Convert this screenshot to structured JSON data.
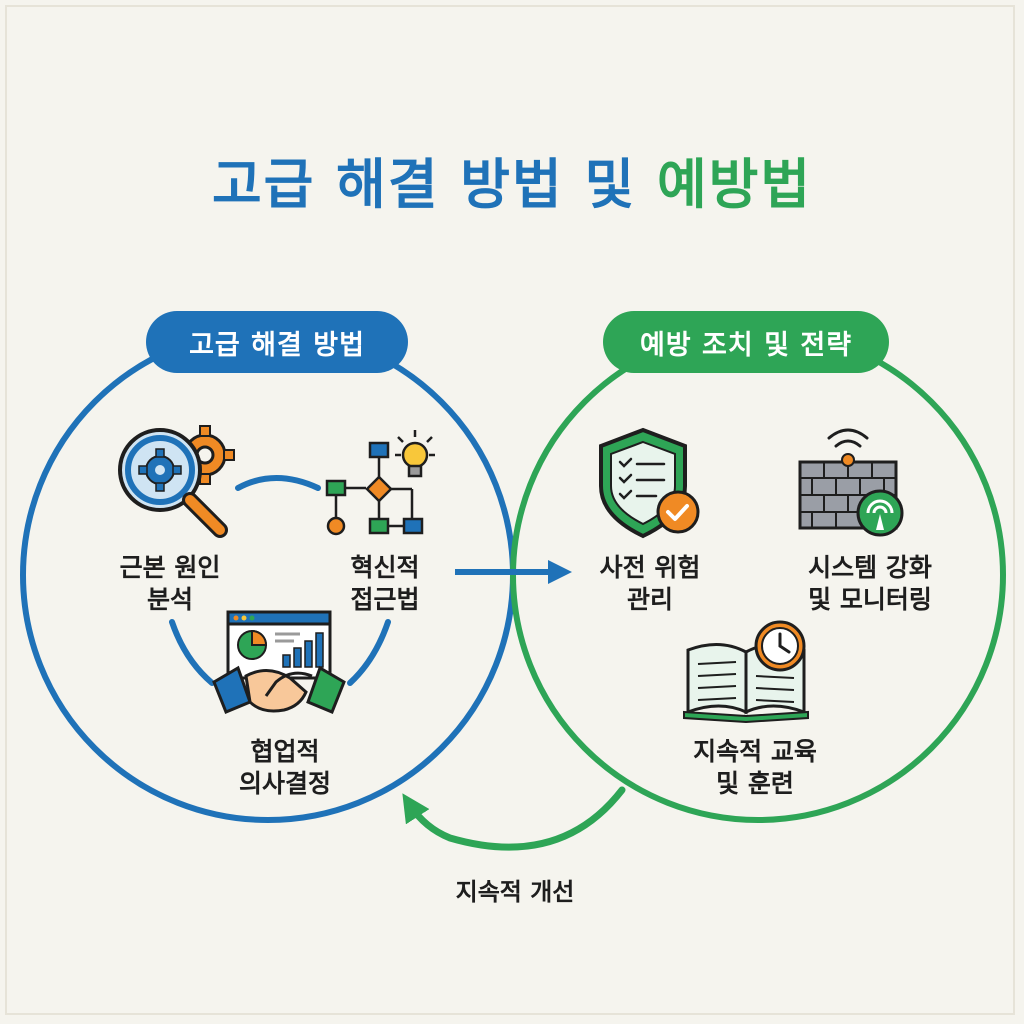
{
  "title": {
    "part_blue": "고급 해결 방법 및",
    "part_green": "예방법"
  },
  "left_section": {
    "header": "고급 해결 방법",
    "items": [
      {
        "line1": "근본 원인",
        "line2": "분석",
        "icon": "magnifier-gear-icon"
      },
      {
        "line1": "혁신적",
        "line2": "접근법",
        "icon": "flowchart-lightbulb-icon"
      },
      {
        "line1": "협업적",
        "line2": "의사결정",
        "icon": "handshake-dashboard-icon"
      }
    ]
  },
  "right_section": {
    "header": "예방 조치 및 전략",
    "items": [
      {
        "line1": "사전 위험",
        "line2": "관리",
        "icon": "shield-checklist-icon"
      },
      {
        "line1": "시스템 강화",
        "line2": "및 모니터링",
        "icon": "firewall-signal-icon"
      },
      {
        "line1": "지속적 교육",
        "line2": "및 훈련",
        "icon": "book-clock-icon"
      }
    ]
  },
  "cycle_label": "지속적 개선",
  "colors": {
    "blue": "#1f72b8",
    "green": "#2ea556",
    "orange": "#f08a24",
    "background": "#f5f4ee"
  }
}
